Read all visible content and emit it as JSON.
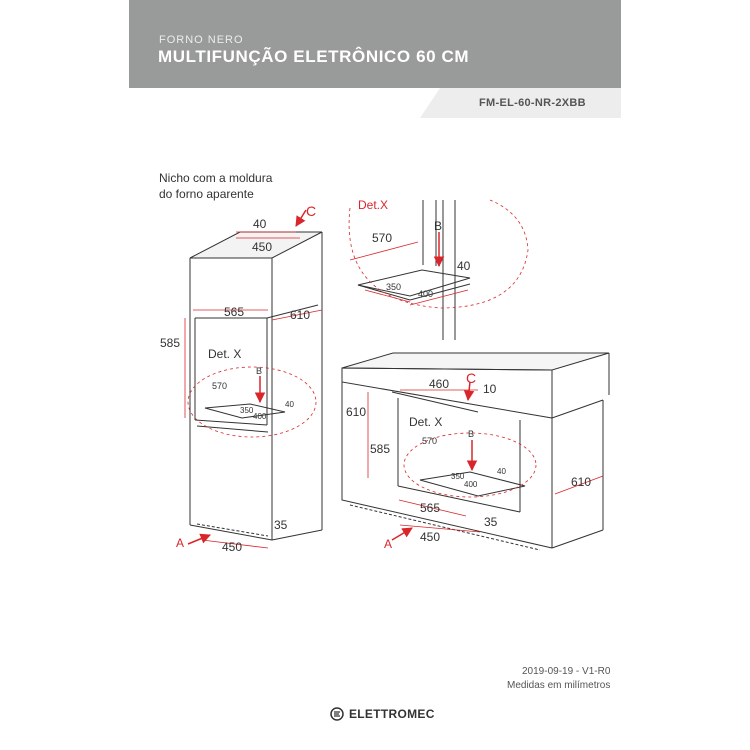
{
  "header": {
    "subtitle": "FORNO NERO",
    "title": "MULTIFUNÇÃO ELETRÔNICO 60 CM",
    "model": "FM-EL-60-NR-2XBB"
  },
  "colors": {
    "header_bg": "#999a9a",
    "accent": "#d9262b",
    "line": "#333333"
  },
  "note": {
    "line1": "Nicho com a moldura",
    "line2": "do forno aparente"
  },
  "column": {
    "top_depth": "40",
    "top_width": "450",
    "letter_c": "C",
    "niche_width": "565",
    "side_depth": "610",
    "niche_height": "585",
    "det_label": "Det. X",
    "det_570": "570",
    "det_b": "B",
    "det_40": "40",
    "det_350": "350",
    "det_400": "400",
    "bottom_35": "35",
    "letter_a": "A",
    "bottom_450": "450"
  },
  "detail": {
    "label": "Det.X",
    "d570": "570",
    "b": "B",
    "d40": "40",
    "d350": "350",
    "d400": "400"
  },
  "counter": {
    "d460": "460",
    "c": "C",
    "d10": "10",
    "d610_left": "610",
    "det_label": "Det. X",
    "d570": "570",
    "d585": "585",
    "b": "B",
    "d40": "40",
    "d350": "350",
    "d400": "400",
    "d610_right": "610",
    "d565": "565",
    "d35": "35",
    "a": "A",
    "d450": "450"
  },
  "footer": {
    "date": "2019-09-19 - V1-R0",
    "units": "Medidas em milímetros",
    "brand": "ELETTROMEC"
  }
}
